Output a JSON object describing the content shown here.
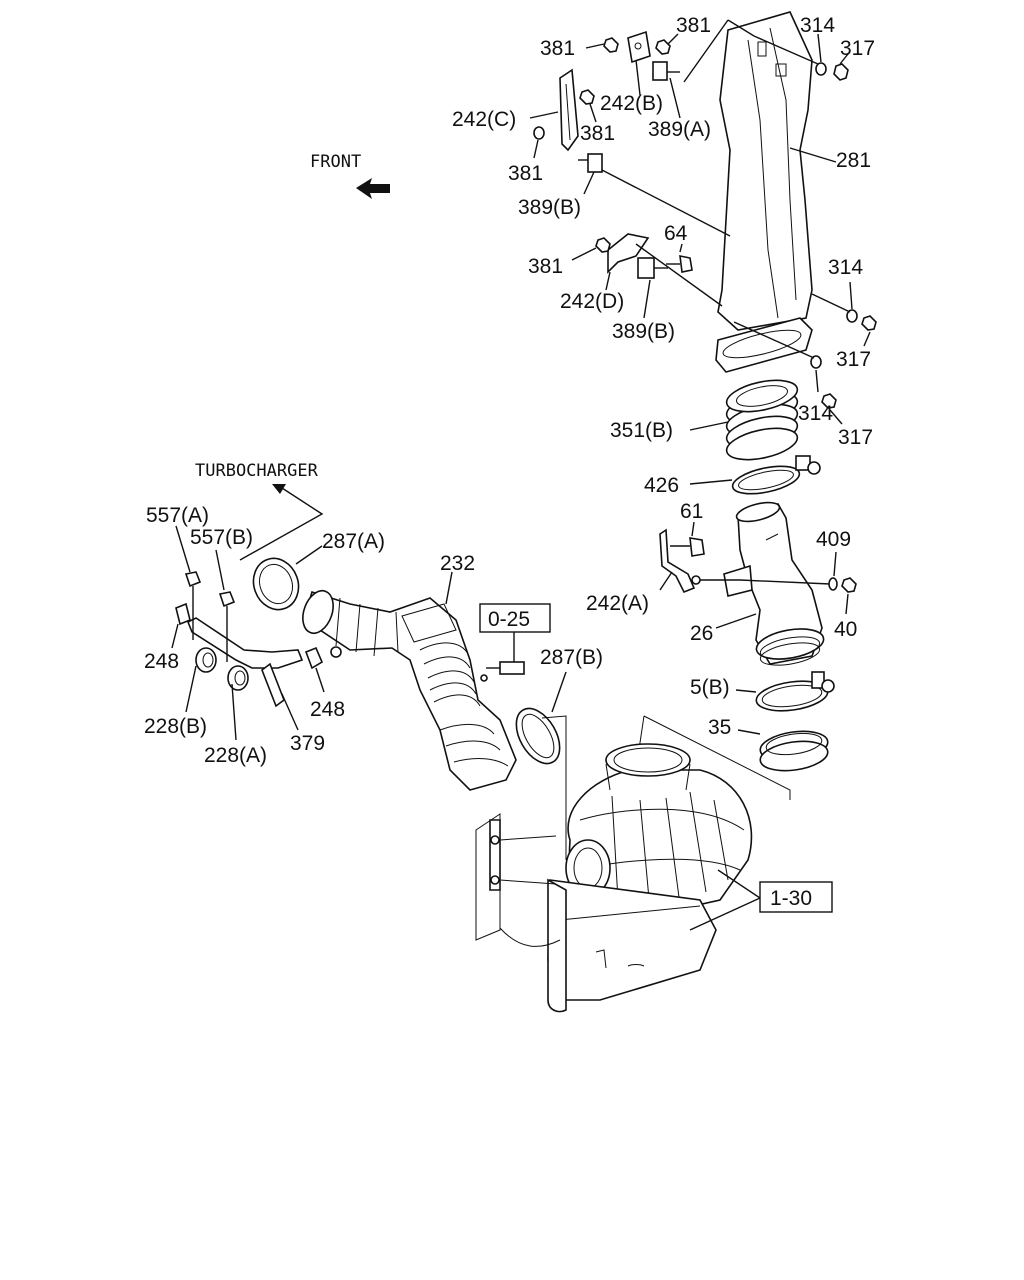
{
  "diagram": {
    "labels": {
      "front": "FRONT",
      "turbocharger": "TURBOCHARGER",
      "p381a": "381",
      "p381b": "381",
      "p381c": "381",
      "p381d": "381",
      "p381e": "381",
      "p314a": "314",
      "p314b": "314",
      "p314c": "314",
      "p317a": "317",
      "p317b": "317",
      "p317c": "317",
      "p242c": "242(C)",
      "p242b": "242(B)",
      "p242d": "242(D)",
      "p242a": "242(A)",
      "p389a": "389(A)",
      "p389b1": "389(B)",
      "p389b2": "389(B)",
      "p281": "281",
      "p64": "64",
      "p351b": "351(B)",
      "p426": "426",
      "p61": "61",
      "p409": "409",
      "p40": "40",
      "p26": "26",
      "p5b": "5(B)",
      "p35": "35",
      "p557a": "557(A)",
      "p557b": "557(B)",
      "p287a": "287(A)",
      "p287b": "287(B)",
      "p232": "232",
      "p248a": "248",
      "p248b": "248",
      "p228b": "228(B)",
      "p228a": "228(A)",
      "p379": "379",
      "ref025": "0-25",
      "ref130": "1-30"
    }
  }
}
